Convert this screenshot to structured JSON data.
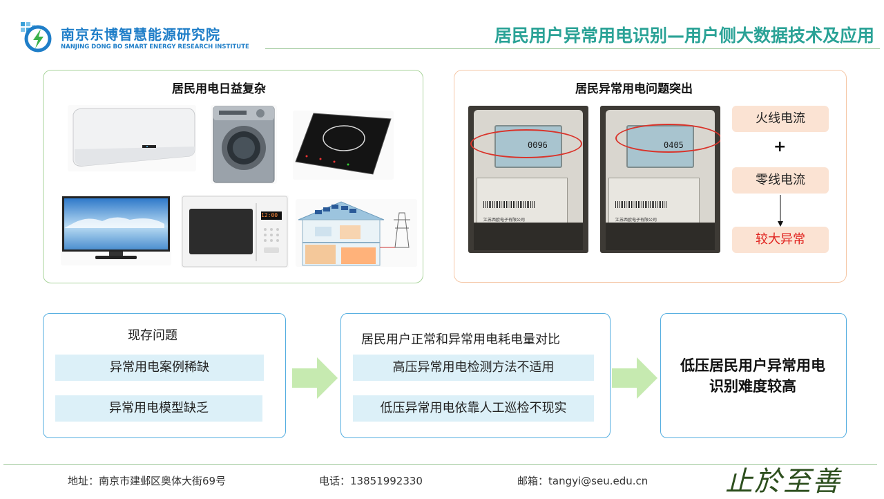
{
  "header": {
    "org_name_cn": "南京东博智慧能源研究院",
    "org_name_en": "NANJING DONG BO SMART ENERGY RESEARCH INSTITUTE",
    "title": "居民用户异常用电识别—用户侧大数据技术及应用"
  },
  "left_panel": {
    "title": "居民用电日益复杂",
    "appliances": [
      "air-conditioner",
      "washing-machine",
      "induction-cooker",
      "television",
      "microwave",
      "smart-home"
    ],
    "microwave_display": "12:00"
  },
  "right_panel": {
    "title": "居民异常用电问题突出",
    "meters": [
      {
        "reading": "0096",
        "maker": "江苏西欧电子有限公司"
      },
      {
        "reading": "0405",
        "maker": "江苏西欧电子有限公司"
      }
    ],
    "live_current": "火线电流",
    "plus": "+",
    "neutral_current": "零线电流",
    "result": "较大异常",
    "colors": {
      "result": "#e0201c",
      "chip_bg": "#fbe3d3"
    }
  },
  "bottom": {
    "box1": {
      "heading": "现存问题",
      "items": [
        "异常用电案例稀缺",
        "异常用电模型缺乏"
      ]
    },
    "box2": {
      "heading": "居民用户正常和异常用电耗电量对比",
      "items": [
        "高压异常用电检测方法不适用",
        "低压异常用电依靠人工巡检不现实"
      ]
    },
    "box3": {
      "line1": "低压居民用户异常用电",
      "line2": "识别难度较高"
    }
  },
  "footer": {
    "address": "地址：南京市建邺区奥体大街69号",
    "phone": "电话：13851992330",
    "email": "邮箱：tangyi@seu.edu.cn",
    "motto": "止於至善"
  }
}
